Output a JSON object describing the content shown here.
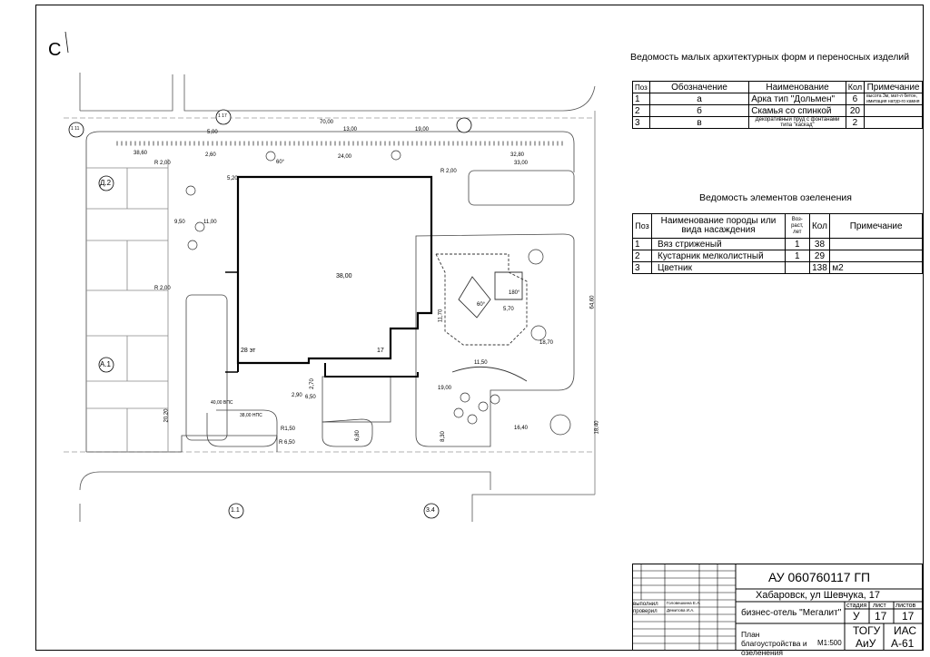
{
  "north_label": "С",
  "maf_table": {
    "title": "Ведомость малых архитектурных форм и переносных изделий",
    "headers": [
      "Поз",
      "Обозначение",
      "Наименование",
      "Кол",
      "Примечание"
    ],
    "rows": [
      {
        "pos": "1",
        "code": "а",
        "name": "Арка тип \"Дольмен\"",
        "qty": "6",
        "note": "высота 3м, мат-л бетон, имитация натур-го камня"
      },
      {
        "pos": "2",
        "code": "б",
        "name": "Скамья со спинкой",
        "qty": "20",
        "note": ""
      },
      {
        "pos": "3",
        "code": "в",
        "name": "Декоративный пруд с фонтанами типа \"каскад\"",
        "qty": "2",
        "note": ""
      }
    ]
  },
  "green_table": {
    "title": "Ведомость элементов озеленения",
    "headers": [
      "Поз",
      "Наименование породы или вида насаждения",
      "Воз-раст, лет",
      "Кол",
      "Примечание"
    ],
    "rows": [
      {
        "pos": "1",
        "name": "Вяз стриженый",
        "age": "1",
        "qty": "38",
        "note": ""
      },
      {
        "pos": "2",
        "name": "Кустарник мелколистный",
        "age": "1",
        "qty": "29",
        "note": ""
      },
      {
        "pos": "3",
        "name": "Цветник",
        "age": "",
        "qty": "138",
        "note": "м2"
      }
    ]
  },
  "plan": {
    "building_area": "38,00",
    "floors": "17",
    "floors_inner": "28 эт",
    "axis_labels": [
      "Д.2",
      "А.1",
      "1.1",
      "3.4",
      "1 11",
      "1 17"
    ],
    "dimensions": [
      "70,00",
      "13,00",
      "19,00",
      "38,60",
      "24,00",
      "32,80",
      "33,00",
      "5,00",
      "2,60",
      "5,20",
      "9,50",
      "11,00",
      "R 2,00",
      "R 2,00",
      "R 2,00",
      "64,60",
      "20,20",
      "18,40",
      "16,40",
      "19,00",
      "11,50",
      "18,70",
      "11,70",
      "6,50",
      "2,90",
      "2,70",
      "R1,50",
      "R 6,50",
      "6,80",
      "8,30",
      "5,70",
      "60°",
      "60°",
      "180°",
      "38,00 НПС",
      "40,00 ВПС"
    ]
  },
  "stamp": {
    "code": "АУ 060760117 ГП",
    "address": "Хабаровск, ул Шевчука, 17",
    "project": "бизнес-отель \"Мегалит\"",
    "sheet_title": "План благоустройства и озеленения",
    "scale": "М1:500",
    "stage_h": "стадия",
    "sheet_h": "лист",
    "sheets_h": "листов",
    "stage": "У",
    "sheet": "17",
    "sheets": "17",
    "org1": "ТОГУ",
    "org1b": "АиУ",
    "org2": "ИАС",
    "org2b": "А-61",
    "role1": "выполнил",
    "name1": "Головешкина Е.А.",
    "role2": "проверил",
    "name2": "Демитова И.А."
  }
}
